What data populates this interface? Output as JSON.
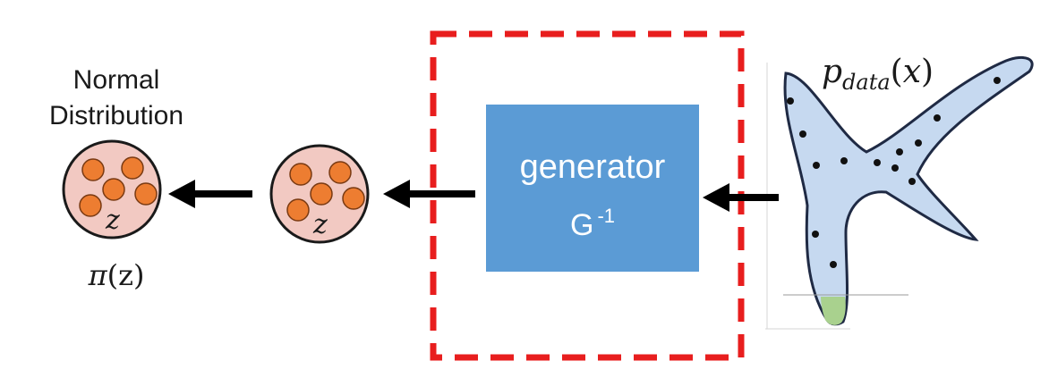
{
  "labels": {
    "normal": "Normal",
    "distribution": "Distribution",
    "pi_symbol": "π",
    "pi_arg": "(z)",
    "z_left": "z",
    "z_mid": "z",
    "generator": "generator",
    "generator_inverse_letter": "G",
    "generator_inverse_exp": "-1",
    "pdata_p": "p",
    "pdata_sub": "data",
    "pdata_arg_open": "(",
    "pdata_arg_x": "x",
    "pdata_arg_close": ")"
  },
  "colors": {
    "generator_box": "#5b9bd5",
    "generator_text": "#ffffff",
    "dashed_frame": "#e81e1e",
    "latent_circle_fill": "#f2c9c2",
    "latent_dot": "#ed7d31",
    "data_shape_fill": "#c6d9f0",
    "data_tail_fill": "#a9d18e",
    "arrow": "#000000"
  },
  "icons": {
    "arrow": "left-arrow-icon",
    "latent": "latent-sample-icon"
  }
}
